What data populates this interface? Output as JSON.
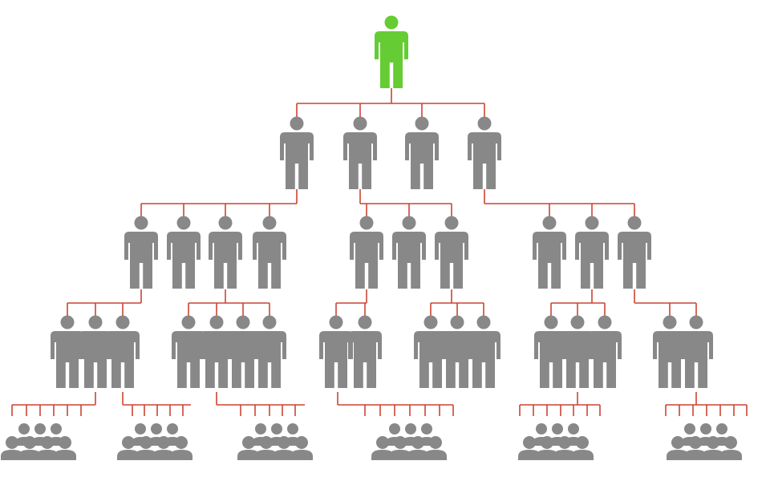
{
  "diagram": {
    "type": "hierarchy",
    "icon": "person-icon",
    "colors": {
      "root": "#66cc33",
      "node": "#888888",
      "connector": "#cc4433",
      "background": "#ffffff"
    },
    "levels": [
      {
        "level": 1,
        "groups": [
          1
        ]
      },
      {
        "level": 2,
        "groups": [
          4
        ]
      },
      {
        "level": 3,
        "groups": [
          4,
          3,
          3
        ]
      },
      {
        "level": 4,
        "groups": [
          3,
          4,
          2,
          3,
          3,
          2
        ]
      },
      {
        "level": 5,
        "groups": [
          6,
          6,
          6,
          7,
          7,
          7
        ]
      }
    ]
  }
}
